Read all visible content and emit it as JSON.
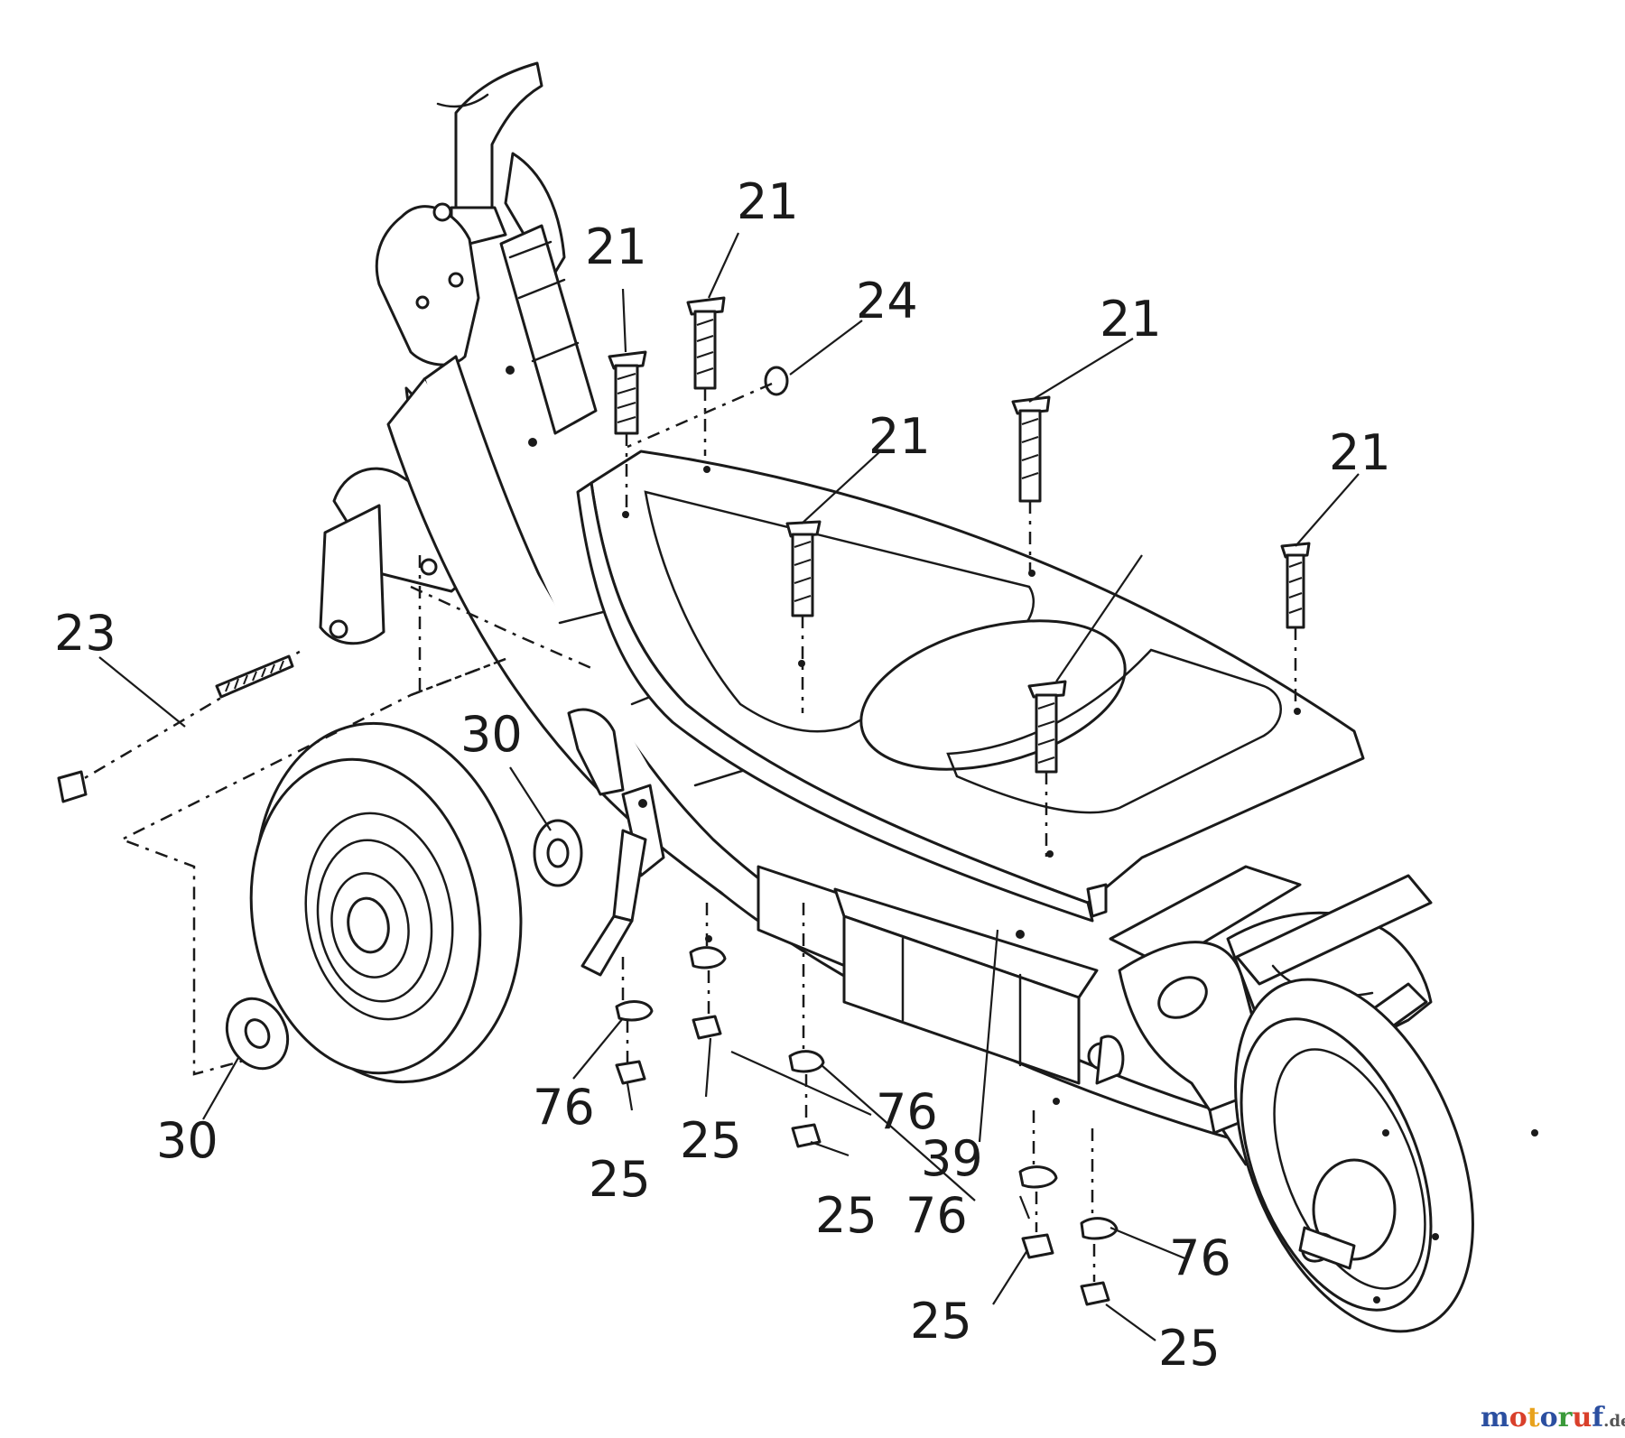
{
  "diagram": {
    "callouts": [
      {
        "id": "c21a",
        "text": "21"
      },
      {
        "id": "c21b",
        "text": "21"
      },
      {
        "id": "c24",
        "text": "24"
      },
      {
        "id": "c21c",
        "text": "21"
      },
      {
        "id": "c21d",
        "text": "21"
      },
      {
        "id": "c21e",
        "text": "21"
      },
      {
        "id": "c23",
        "text": "23"
      },
      {
        "id": "c30a",
        "text": "30"
      },
      {
        "id": "c30b",
        "text": "30"
      },
      {
        "id": "c76a",
        "text": "76"
      },
      {
        "id": "c25a",
        "text": "25"
      },
      {
        "id": "c25b",
        "text": "25"
      },
      {
        "id": "c76b",
        "text": "76"
      },
      {
        "id": "c39",
        "text": "39"
      },
      {
        "id": "c25c",
        "text": "25"
      },
      {
        "id": "c76c",
        "text": "76"
      },
      {
        "id": "c76d",
        "text": "76"
      },
      {
        "id": "c25d",
        "text": "25"
      },
      {
        "id": "c25e",
        "text": "25"
      }
    ]
  },
  "watermark": {
    "letters": [
      {
        "ch": "m",
        "color": "#2b4fa0"
      },
      {
        "ch": "o",
        "color": "#d9402b"
      },
      {
        "ch": "t",
        "color": "#e8a21c"
      },
      {
        "ch": "o",
        "color": "#2b4fa0"
      },
      {
        "ch": "r",
        "color": "#3a9a3a"
      },
      {
        "ch": "u",
        "color": "#d9402b"
      },
      {
        "ch": "f",
        "color": "#2b4fa0"
      }
    ],
    "suffix": ".de",
    "suffix_color": "#555555"
  }
}
